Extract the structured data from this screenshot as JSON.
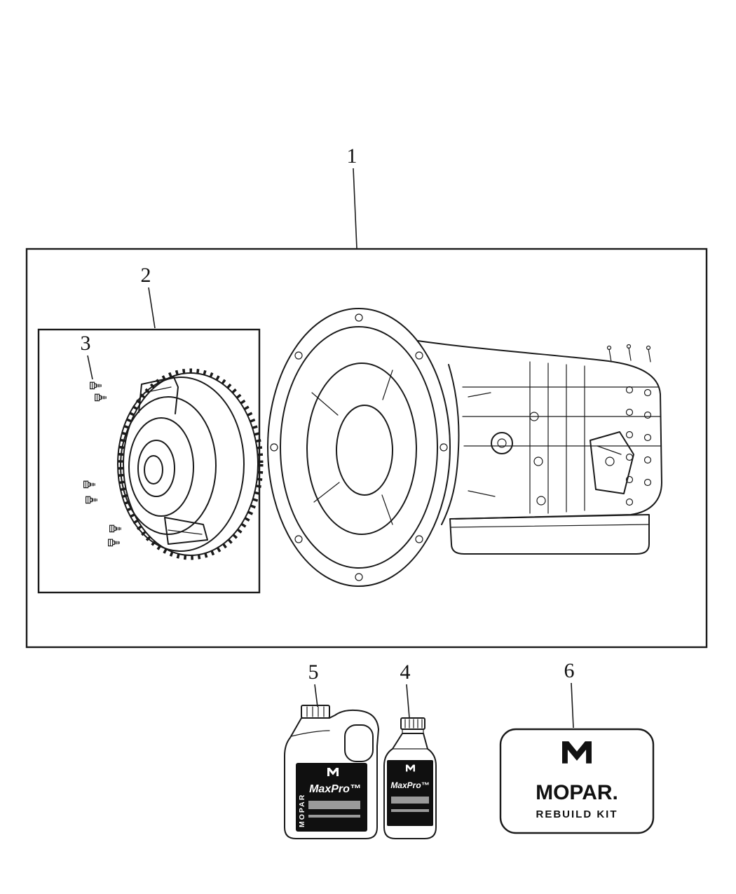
{
  "callouts": {
    "c1": "1",
    "c2": "2",
    "c3": "3",
    "c4": "4",
    "c5": "5",
    "c6": "6"
  },
  "fluid_jug": {
    "vertical_brand": "MOPAR",
    "product": "MaxPro™"
  },
  "fluid_bottle": {
    "product": "MaxPro™"
  },
  "rebuild_kit": {
    "brand": "MOPAR.",
    "label": "REBUILD KIT"
  },
  "colors": {
    "line": "#1a1a1a",
    "label_background": "#101010",
    "background": "#ffffff"
  }
}
